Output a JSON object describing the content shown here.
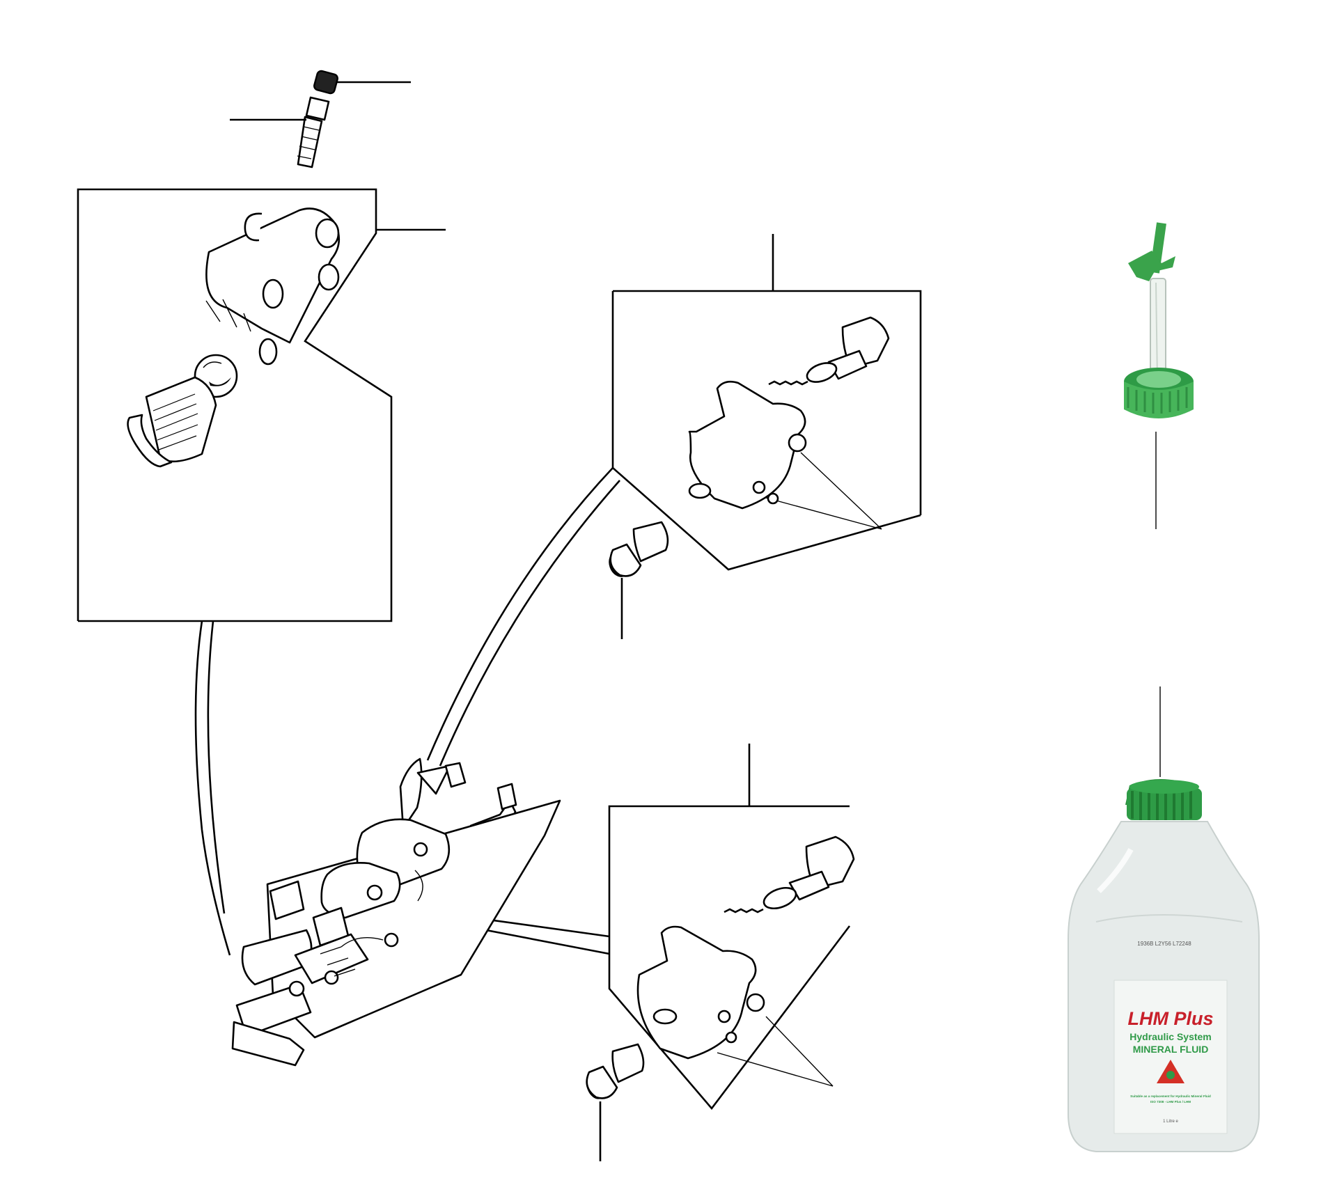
{
  "bottle": {
    "batch_code": "1936B L2Y56 L72248",
    "brand": "LHM Plus",
    "line1": "Hydraulic System",
    "line2": "MINERAL FLUID",
    "fine_print1": "Suitable as a replacement for Hydraulic Mineral Fluid",
    "fine_print2": "ISO 7308 - LHM Plus / LHM",
    "volume": "1 Litre e"
  },
  "colors": {
    "cap_green": "#2e8b3e",
    "brand_red": "#c8202a",
    "fluid_green": "#2f9a48"
  }
}
